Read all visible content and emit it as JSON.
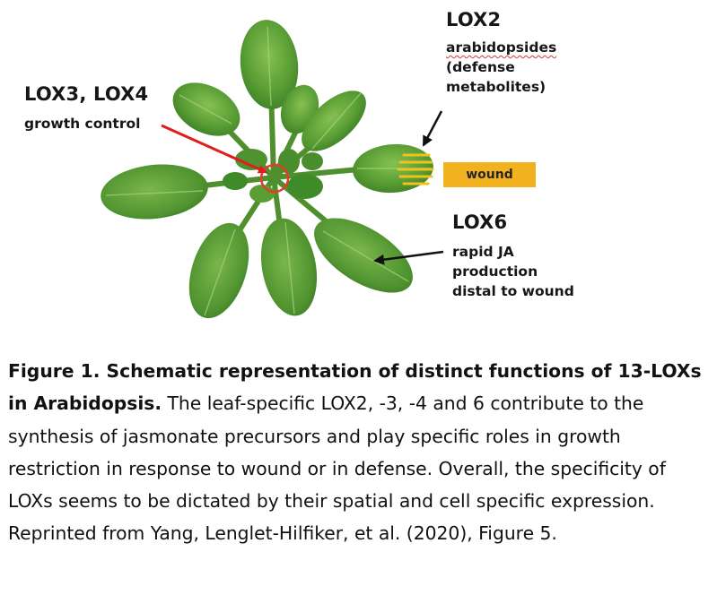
{
  "figure": {
    "lox34": {
      "title": "LOX3, LOX4",
      "description": "growth control"
    },
    "lox2": {
      "title": "LOX2",
      "description_line1": "arabidopsides",
      "description_line2": "(defense",
      "description_line3": "metabolites)"
    },
    "wound": {
      "label": "wound"
    },
    "lox6": {
      "title": "LOX6",
      "description_line1": "rapid JA",
      "description_line2": "production",
      "description_line3": "distal to wound"
    },
    "colors": {
      "leaf_dark": "#3d7f26",
      "leaf_mid": "#5a9e35",
      "leaf_light": "#86c052",
      "highlight_circle": "#e53a2c",
      "red_arrow": "#e21b1b",
      "wound_box": "#f2b21f",
      "wound_lines": "#f2c21c"
    }
  },
  "caption": {
    "bold": "Figure 1. Schematic representation of distinct functions of 13-LOXs in Arabidopsis.",
    "body": " The leaf-specific LOX2, -3, -4 and 6 contribute to the synthesis of jasmonate precursors and play specific roles in growth restriction in response to wound or in defense. Overall, the specificity of LOXs seems to be dictated by their spatial and cell specific expression. Reprinted from Yang, Lenglet-Hilfiker, et al. (2020), Figure 5."
  }
}
